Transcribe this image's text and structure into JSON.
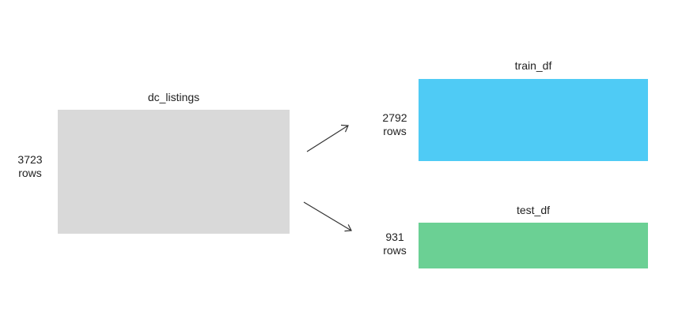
{
  "source": {
    "title": "dc_listings",
    "rows_count": "3723",
    "rows_unit": "rows",
    "color": "#d9d9d9"
  },
  "train": {
    "title": "train_df",
    "rows_count": "2792",
    "rows_unit": "rows",
    "color": "#4fcbf5"
  },
  "test": {
    "title": "test_df",
    "rows_count": "931",
    "rows_unit": "rows",
    "color": "#6bd094"
  },
  "arrow_color": "#333333"
}
